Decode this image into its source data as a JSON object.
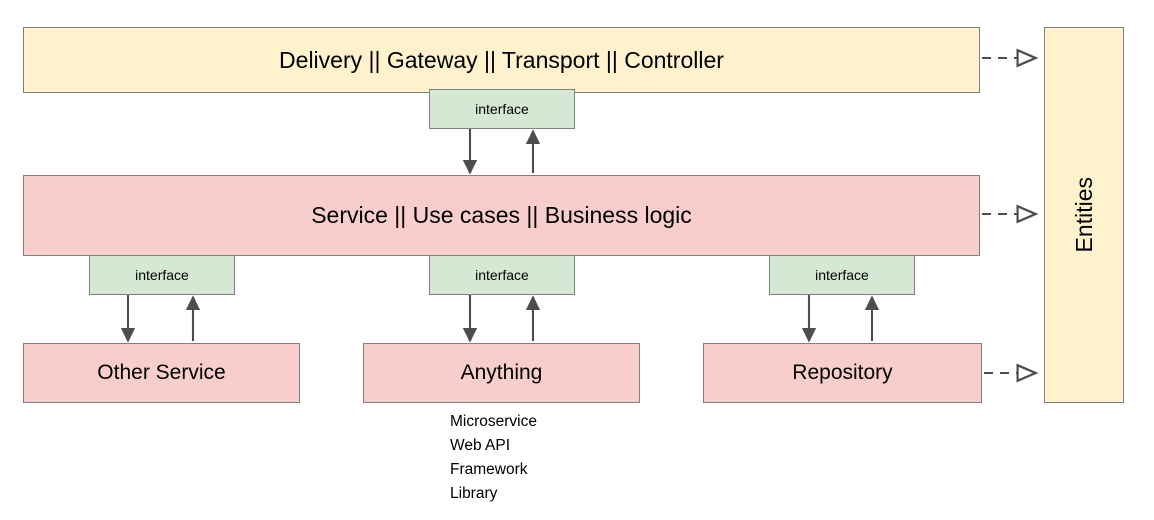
{
  "diagram": {
    "title": "Clean / layered architecture diagram",
    "colors": {
      "yellow_fill": "#fff2cc",
      "pink_fill": "#f8cecc",
      "green_fill": "#d5e8d4",
      "border": "#808080",
      "arrow": "#4d4d4d",
      "text": "#000000",
      "background": "#ffffff"
    },
    "layers": {
      "delivery": "Delivery || Gateway || Transport || Controller",
      "service": "Service || Use cases || Business logic",
      "entities": "Entities"
    },
    "interfaces": {
      "top": "interface",
      "left": "interface",
      "middle": "interface",
      "right": "interface"
    },
    "leaves": {
      "other_service": "Other Service",
      "anything": "Anything",
      "repository": "Repository"
    },
    "anything_notes": [
      "Microservice",
      "Web API",
      "Framework",
      "Library"
    ]
  }
}
